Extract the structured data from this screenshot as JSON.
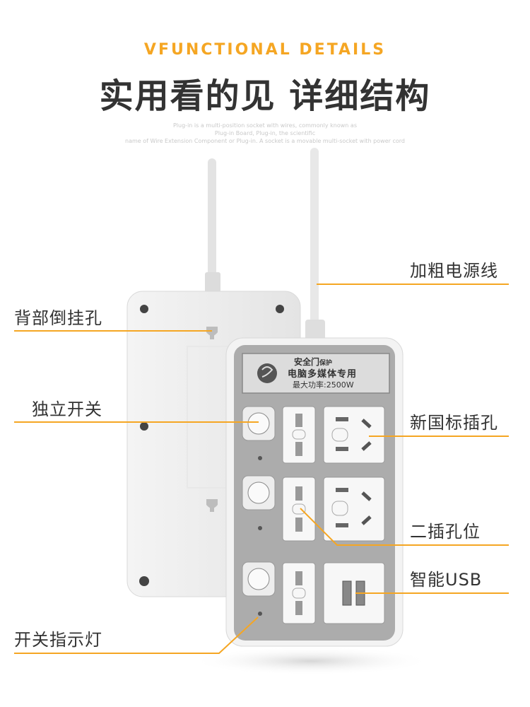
{
  "header": {
    "title_en": "VFUNCTIONAL DETAILS",
    "title_cn": "实用看的见 详细结构",
    "desc_lines": [
      "Plug-in is a multi-position socket with wires, commonly known as",
      "Plug-in Board, Plug-in, the scientific",
      "name of Wire Extension Component or Plug-in. A socket is a movable multi-socket with power cord"
    ]
  },
  "callouts": {
    "power_cord": "加粗电源线",
    "hang_hole": "背部倒挂孔",
    "switch": "独立开关",
    "socket_new": "新国标插孔",
    "two_pin": "二插孔位",
    "usb": "智能USB",
    "indicator": "开关指示灯"
  },
  "panel": {
    "line1": "安全门",
    "line1_small": "保护",
    "line2": "电脑多媒体专用",
    "line3": "最大功率:2500W"
  },
  "colors": {
    "accent": "#f5a623",
    "panel_gray": "#aaaaaa"
  }
}
